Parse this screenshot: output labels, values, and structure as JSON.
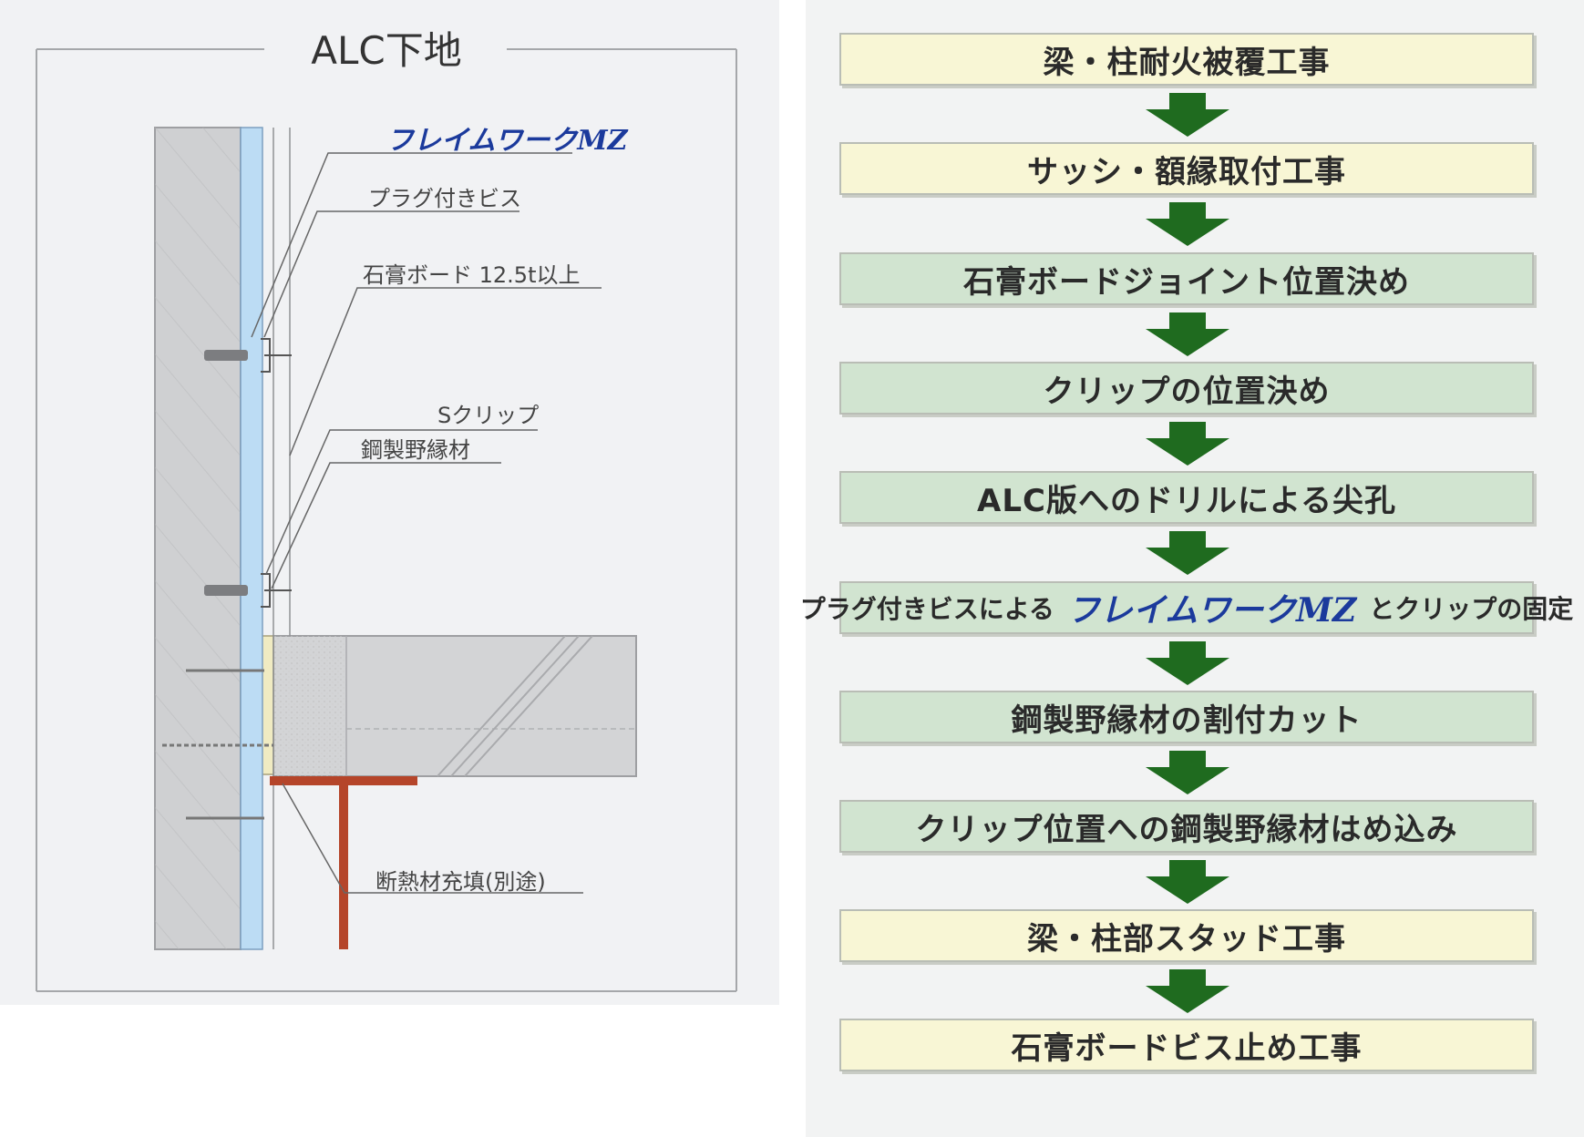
{
  "diagram": {
    "title": "ALC下地",
    "brand": "フレイムワークMZ",
    "labels": {
      "plug_screw": "プラグ付きビス",
      "gypsum_board": "石膏ボード 12.5t以上",
      "s_clip": "Sクリップ",
      "steel_furring": "鋼製野縁材",
      "insulation": "断熱材充填(別途)"
    }
  },
  "flow": {
    "steps": [
      {
        "label": "梁・柱耐火被覆工事",
        "style": "yellow"
      },
      {
        "label": "サッシ・額縁取付工事",
        "style": "yellow"
      },
      {
        "label": "石膏ボードジョイント位置決め",
        "style": "green"
      },
      {
        "label": "クリップの位置決め",
        "style": "green"
      },
      {
        "label": "ALC版へのドリルによる尖孔",
        "style": "green"
      },
      {
        "label_before": "プラグ付きビスによる",
        "brand": "フレイムワークMZ",
        "label_after": "とクリップの固定",
        "style": "green"
      },
      {
        "label": "鋼製野縁材の割付カット",
        "style": "green"
      },
      {
        "label": "クリップ位置への鋼製野縁材はめ込み",
        "style": "green"
      },
      {
        "label": "梁・柱部スタッド工事",
        "style": "yellow"
      },
      {
        "label": "石膏ボードビス止め工事",
        "style": "yellow"
      }
    ]
  },
  "colors": {
    "yellow_box": "#f8f6d5",
    "green_box": "#d1e4d0",
    "arrow": "#1f6b1f",
    "brand_text": "#1b3a9c",
    "steel_beam": "#b5452a"
  }
}
